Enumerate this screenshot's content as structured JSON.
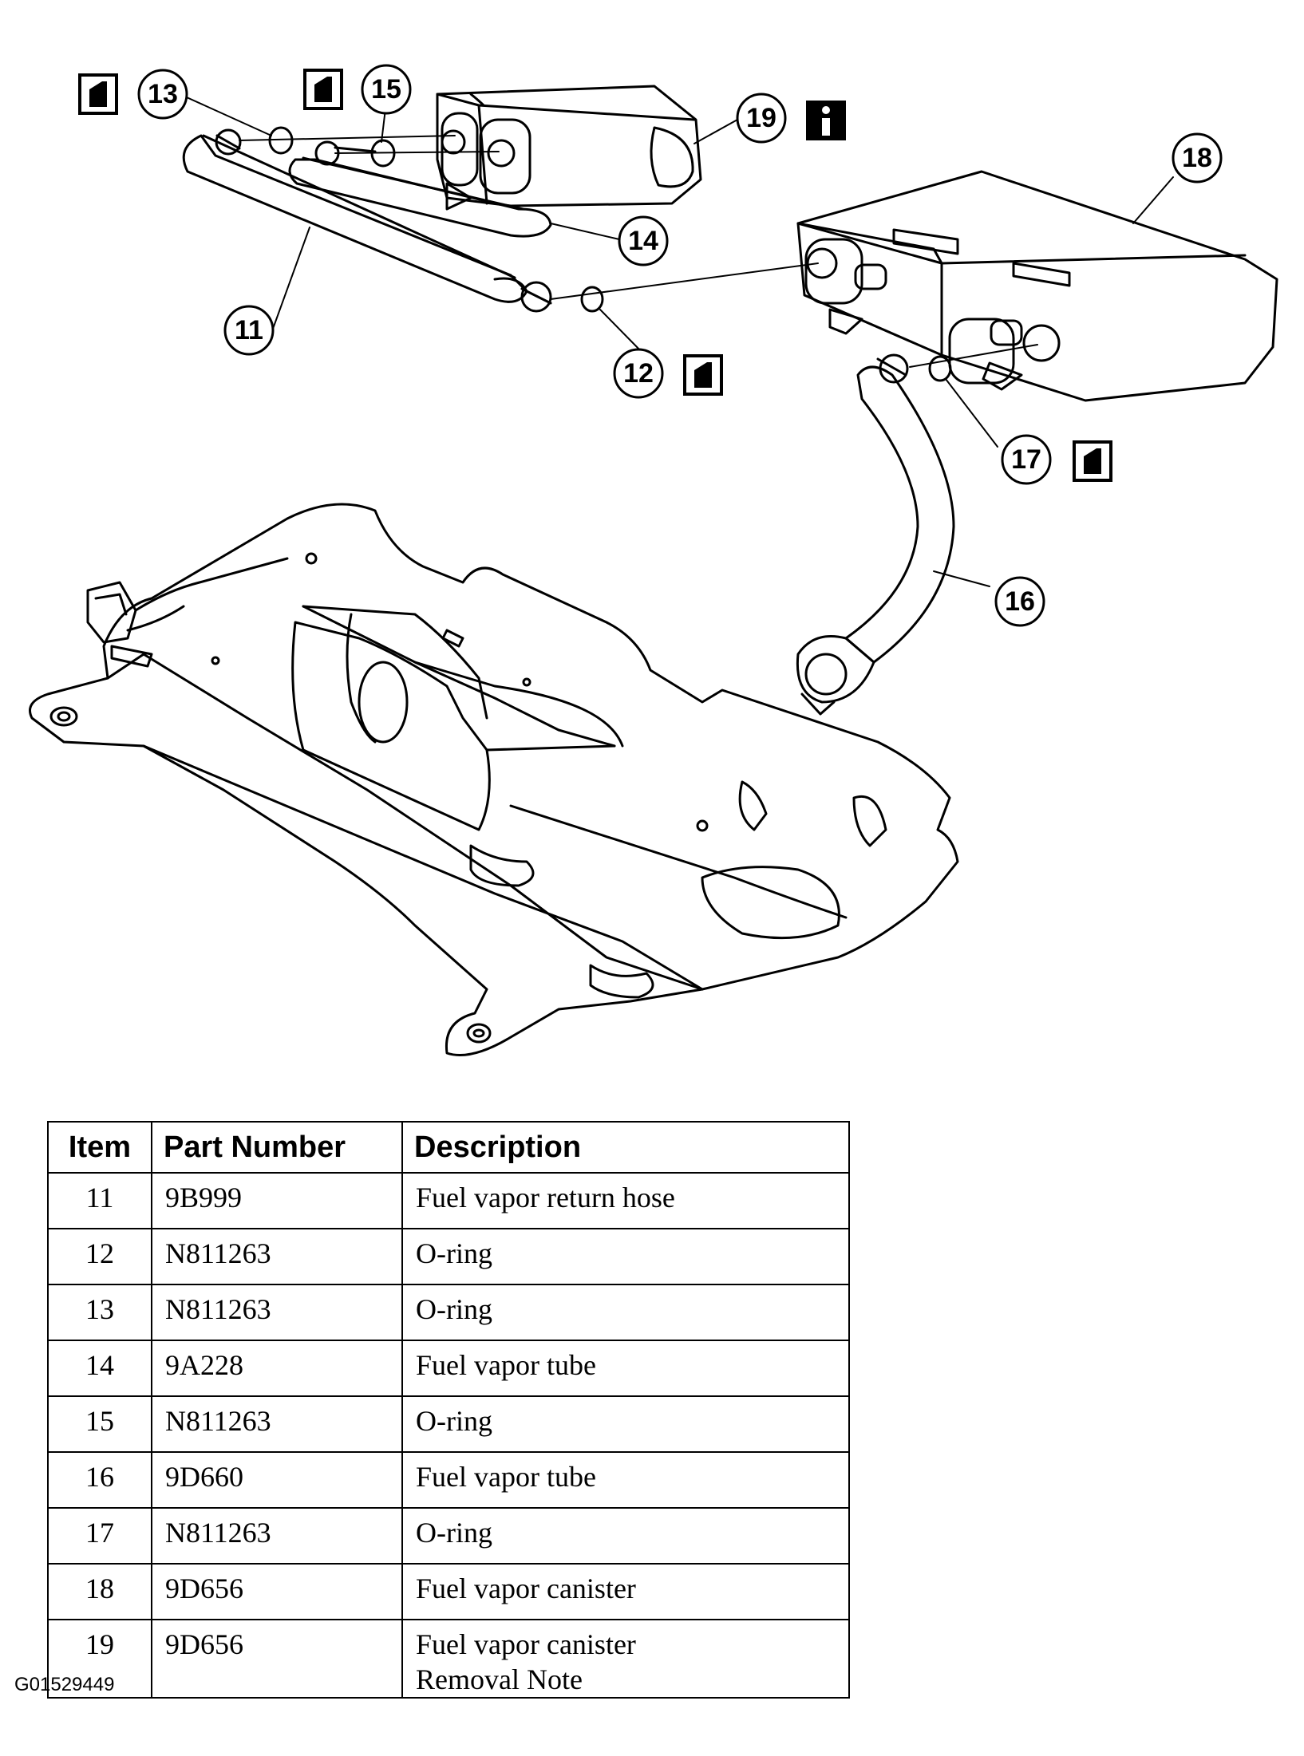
{
  "callouts": [
    {
      "id": "13",
      "icon": "seal-replace-icon"
    },
    {
      "id": "15",
      "icon": "seal-replace-icon"
    },
    {
      "id": "19",
      "icon": "info-icon"
    },
    {
      "id": "18"
    },
    {
      "id": "14"
    },
    {
      "id": "11"
    },
    {
      "id": "12",
      "icon": "seal-replace-icon"
    },
    {
      "id": "17",
      "icon": "seal-replace-icon"
    },
    {
      "id": "16"
    }
  ],
  "table": {
    "headers": {
      "item": "Item",
      "part_number": "Part Number",
      "description": "Description"
    },
    "rows": [
      {
        "item": "11",
        "part_number": "9B999",
        "description": "Fuel vapor return hose"
      },
      {
        "item": "12",
        "part_number": "N811263",
        "description": "O-ring"
      },
      {
        "item": "13",
        "part_number": "N811263",
        "description": "O-ring"
      },
      {
        "item": "14",
        "part_number": "9A228",
        "description": "Fuel vapor tube"
      },
      {
        "item": "15",
        "part_number": "N811263",
        "description": "O-ring"
      },
      {
        "item": "16",
        "part_number": "9D660",
        "description": "Fuel vapor tube"
      },
      {
        "item": "17",
        "part_number": "N811263",
        "description": "O-ring"
      },
      {
        "item": "18",
        "part_number": "9D656",
        "description": "Fuel vapor canister"
      },
      {
        "item": "19",
        "part_number": "9D656",
        "description": "Fuel vapor canister\nRemoval Note"
      }
    ]
  },
  "figure_code": "G01529449"
}
